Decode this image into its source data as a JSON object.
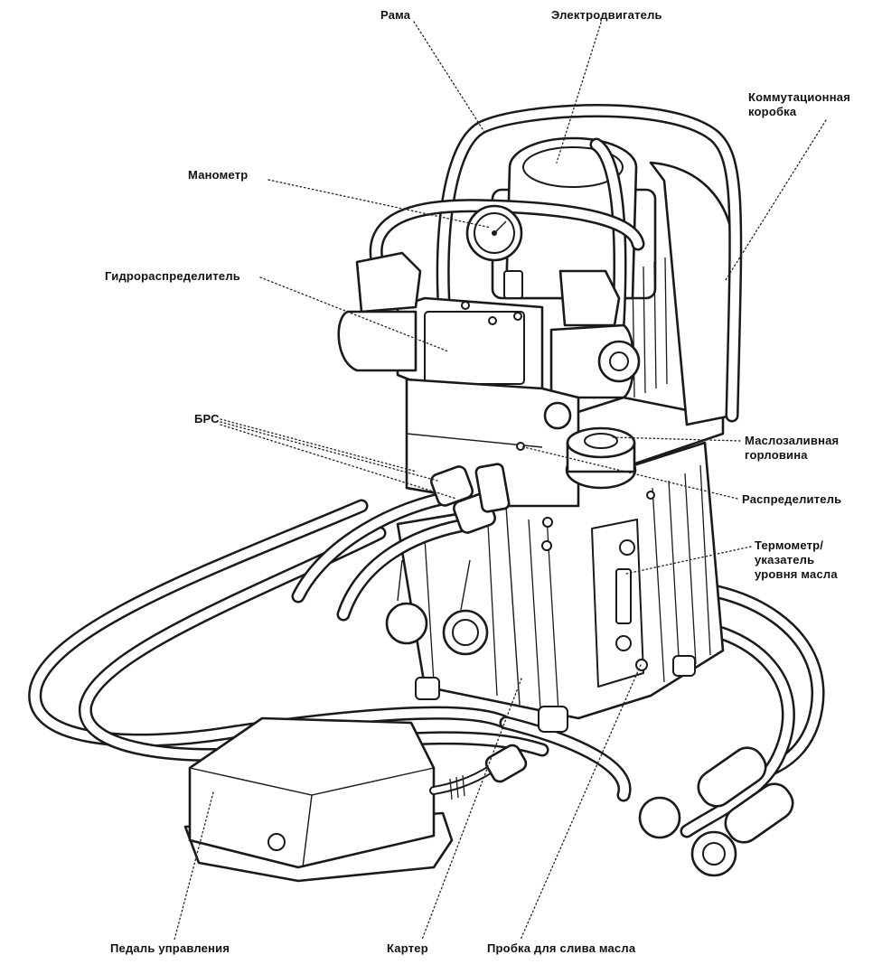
{
  "labels": {
    "frame": "Рама",
    "motor": "Электродвигатель",
    "junction_box": [
      "Коммутационная",
      "коробка"
    ],
    "gauge": "Манометр",
    "valve": "Гидрораспределитель",
    "couplers": "БРС",
    "oil_filler": [
      "Маслозаливная",
      "горловина"
    ],
    "manifold": "Распределитель",
    "thermometer": [
      "Термометр/",
      "указатель",
      "уровня масла"
    ],
    "pedal": "Педаль управления",
    "crankcase": "Картер",
    "drain_plug": "Пробка для слива масла"
  }
}
